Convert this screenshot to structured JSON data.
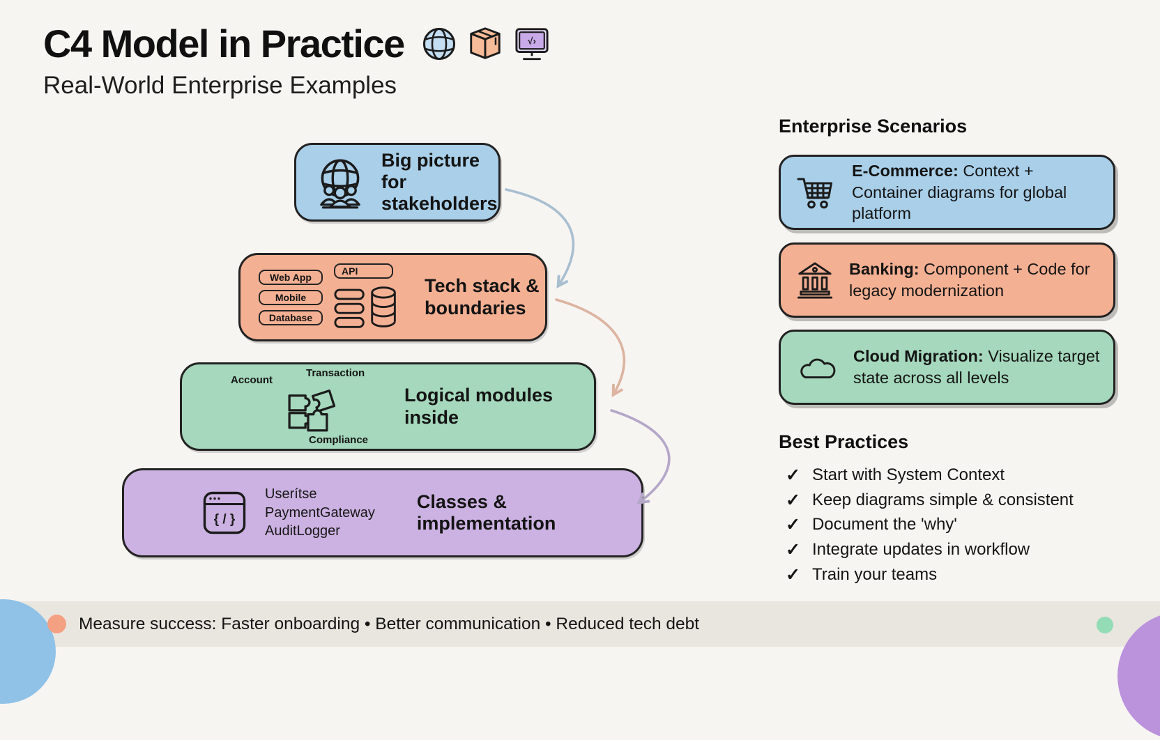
{
  "header": {
    "title": "C4 Model in Practice",
    "subtitle": "Real-World Enterprise Examples",
    "icon_names": [
      "globe-icon",
      "package-icon",
      "monitor-code-icon"
    ],
    "monitor_glyph": "√›"
  },
  "pyramid": {
    "levels": [
      {
        "id": "context",
        "icon": "globe-people-icon",
        "label": "Big picture for stakeholders",
        "color": "#a9cfe9"
      },
      {
        "id": "container",
        "icon": "tech-stack-icon",
        "label": "Tech stack & boundaries",
        "color": "#f4b093",
        "tags": [
          "Web App",
          "Mobile",
          "Database",
          "API"
        ]
      },
      {
        "id": "component",
        "icon": "puzzle-icon",
        "label": "Logical modules inside",
        "color": "#a5d8bc",
        "modules": [
          "Account",
          "Transaction",
          "Compliance"
        ]
      },
      {
        "id": "code",
        "icon": "code-window-icon",
        "label": "Classes & implementation",
        "color": "#ccb2e2",
        "code_glyph": "{ / }",
        "classes": [
          "Userítse",
          "PaymentGateway",
          "AuditLogger"
        ]
      }
    ],
    "arrow_colors": [
      "#a8bfd0",
      "#dcb4a1",
      "#b4a7c8"
    ]
  },
  "scenarios": {
    "heading": "Enterprise Scenarios",
    "items": [
      {
        "icon": "shopping-cart-icon",
        "label": "E-Commerce:",
        "text": " Context + Container diagrams for global platform",
        "color": "#a9cfe9"
      },
      {
        "icon": "bank-icon",
        "label": "Banking:",
        "text": " Component + Code for legacy modernization",
        "color": "#f4b093"
      },
      {
        "icon": "cloud-icon",
        "label": "Cloud Migration:",
        "text": " Visualize target state across all levels",
        "color": "#a5d8bc"
      }
    ]
  },
  "best_practices": {
    "heading": "Best Practices",
    "check_glyph": "✓",
    "items": [
      "Start with System Context",
      "Keep diagrams simple & consistent",
      "Document the 'why'",
      "Integrate updates in workflow",
      "Train your teams"
    ]
  },
  "footer": {
    "text": "Measure success: Faster onboarding • Better communication • Reduced tech debt",
    "band_color": "#e9e6df",
    "deco_colors": {
      "blue": "#90c2e7",
      "orange": "#f4a083",
      "green": "#93dcb6",
      "purple": "#bb92dc"
    }
  }
}
